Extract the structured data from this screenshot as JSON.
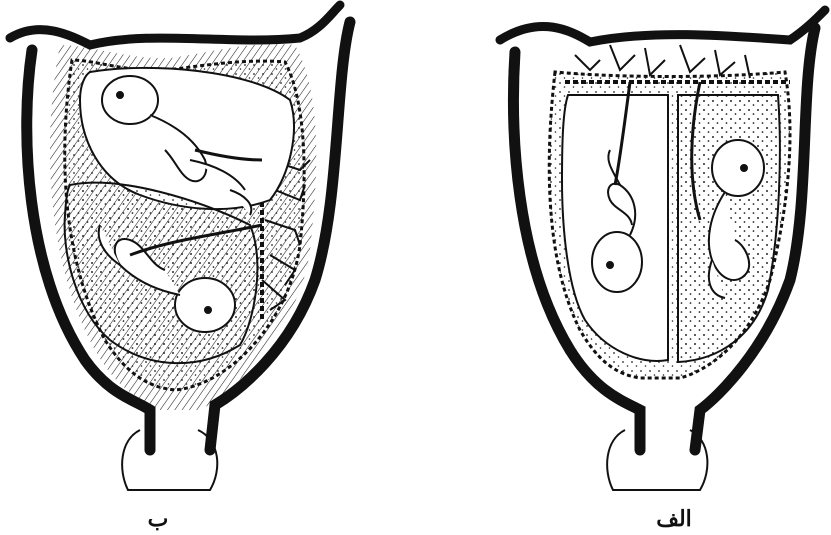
{
  "figure": {
    "panels": [
      {
        "id": "left",
        "label": "ب"
      },
      {
        "id": "right",
        "label": "الف"
      }
    ]
  }
}
